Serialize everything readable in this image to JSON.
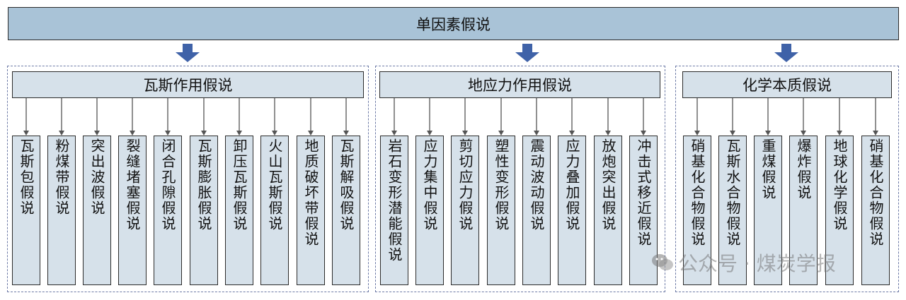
{
  "root": {
    "label": "单因素假说"
  },
  "groups": [
    {
      "label": "瓦斯作用假说",
      "items": [
        "瓦斯包假说",
        "粉煤带假说",
        "突出波假说",
        "裂缝堵塞假说",
        "闭合孔隙假说",
        "瓦斯膨胀假说",
        "卸压瓦斯假说",
        "火山瓦斯假说",
        "地质破坏带假说",
        "瓦斯解吸假说"
      ]
    },
    {
      "label": "地应力作用假说",
      "items": [
        "岩石变形潜能假说",
        "应力集中假说",
        "剪切应力假说",
        "塑性变形假说",
        "震动波动假说",
        "应力叠加假说",
        "放炮突出假说",
        "冲击式移近假说"
      ]
    },
    {
      "label": "化学本质假说",
      "items": [
        "硝基化合物假说",
        "瓦斯水合物假说",
        "重煤假说",
        "爆炸假说",
        "地球化学假说",
        "硝基化合物假说"
      ]
    }
  ],
  "watermark": {
    "text": "公众号 · 煤炭学报",
    "icon": "wechat-icon"
  },
  "colors": {
    "root_fill": "#a9c3d7",
    "box_fill": "#d6e1ea",
    "arrow": "#3f62a8",
    "frame": "#6d7aa6"
  }
}
